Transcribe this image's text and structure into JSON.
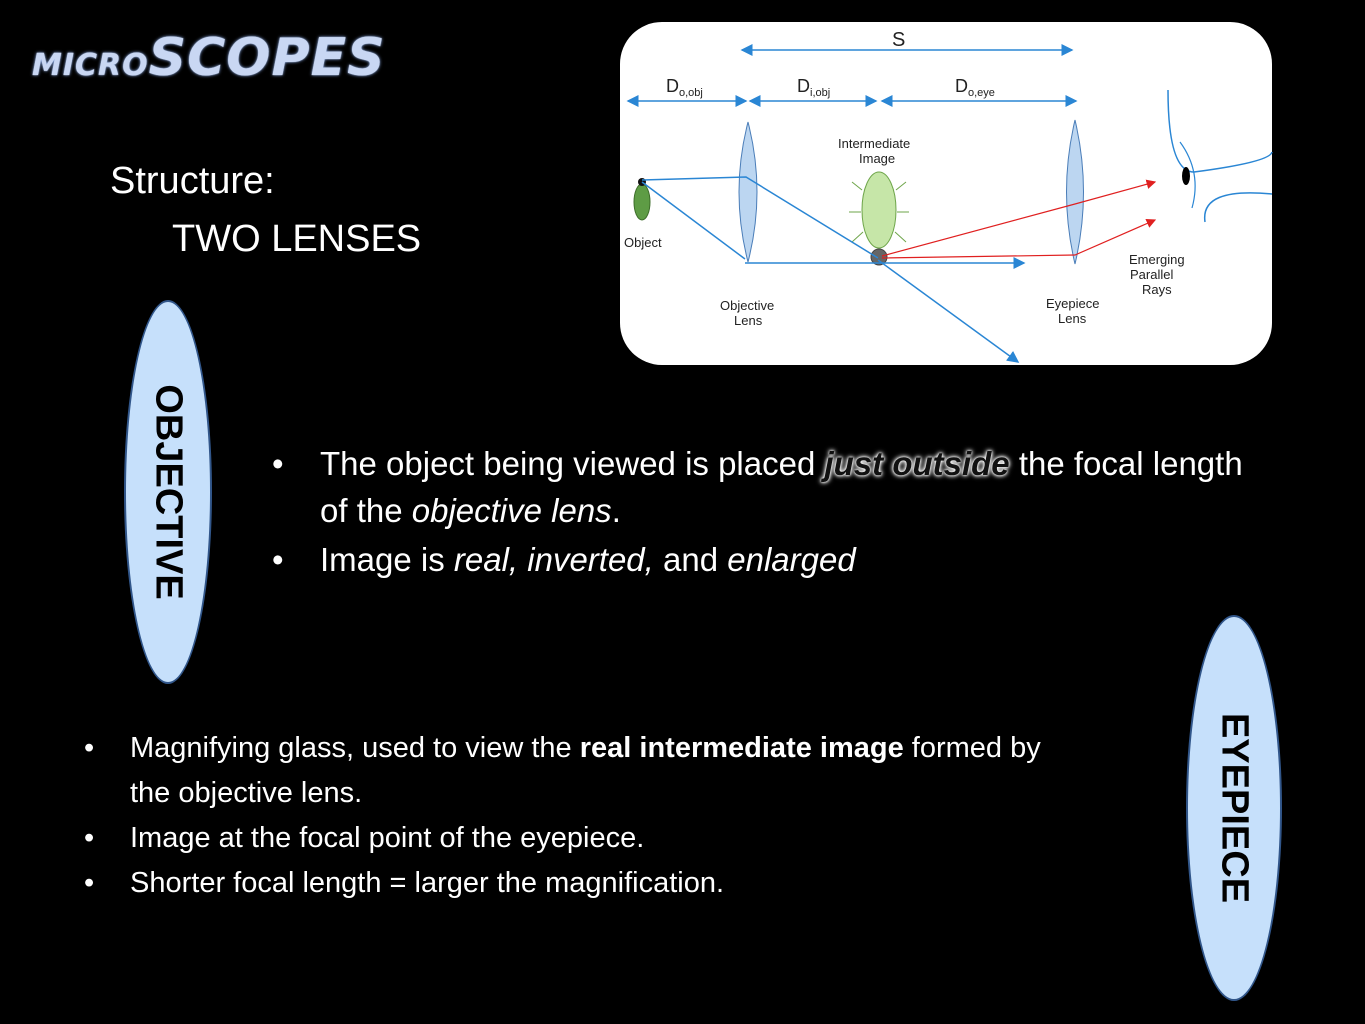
{
  "title": {
    "prefix": "MICRO",
    "main": "SCOPES"
  },
  "structure": {
    "label": "Structure:",
    "value": "TWO LENSES"
  },
  "diagram": {
    "S": "S",
    "d_o_obj": "o,obj",
    "d_i_obj": "i,obj",
    "d_o_eye": "o,eye",
    "D": "D",
    "intermediate_1": "Intermediate",
    "intermediate_2": "Image",
    "object": "Object",
    "objective_1": "Objective",
    "objective_2": "Lens",
    "eyepiece_1": "Eyepiece",
    "eyepiece_2": "Lens",
    "emerging_1": "Emerging",
    "emerging_2": "Parallel",
    "emerging_3": "Rays"
  },
  "objective": {
    "label": "OBJECTIVE",
    "b1_pre": "The object being viewed is placed ",
    "b1_em": "just outside",
    "b1_mid": " the focal length of the ",
    "b1_it": "objective lens",
    "b1_post": ".",
    "b2_pre": "Image is ",
    "b2_it1": "real, inverted,",
    "b2_mid": " and ",
    "b2_it2": "enlarged"
  },
  "eyepiece": {
    "label": "EYEPIECE",
    "b1_pre": "Magnifying glass, used to view the ",
    "b1_bold": "real intermediate image",
    "b1_post": " formed by the objective lens.",
    "b2": "Image at the focal point of the eyepiece.",
    "b3": "Shorter focal length = larger the magnification."
  }
}
